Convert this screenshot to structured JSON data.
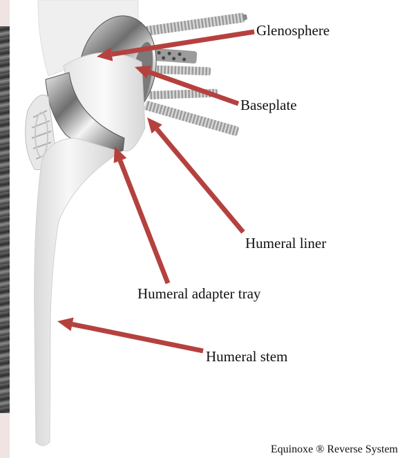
{
  "labels": {
    "glenosphere": "Glenosphere",
    "baseplate": "Baseplate",
    "humeral_liner": "Humeral liner",
    "humeral_adapter_tray": "Humeral adapter tray",
    "humeral_stem": "Humeral stem"
  },
  "caption": "Equinoxe ® Reverse System",
  "colors": {
    "arrow": "#b5413e",
    "background": "#f0e4e2",
    "implant": "#ececec",
    "metal": "#8a8a8a"
  }
}
